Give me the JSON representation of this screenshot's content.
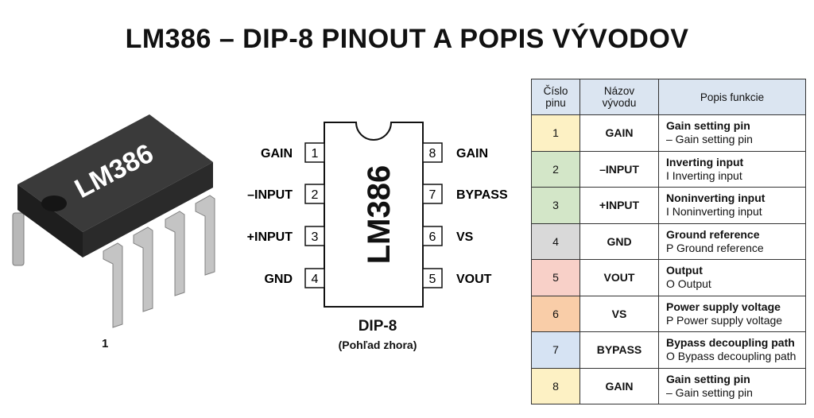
{
  "title": "LM386 – DIP-8 PINOUT A POPIS VÝVODOV",
  "photo": {
    "chip_marking": "LM386",
    "pin1_label": "1"
  },
  "package": {
    "ic_label": "LM386",
    "caption": "DIP-8",
    "subcaption": "(Pohľad zhora)",
    "left_pins": [
      {
        "num": "1",
        "name": "GAIN"
      },
      {
        "num": "2",
        "name": "–INPUT"
      },
      {
        "num": "3",
        "name": "+INPUT"
      },
      {
        "num": "4",
        "name": "GND"
      }
    ],
    "right_pins": [
      {
        "num": "8",
        "name": "GAIN"
      },
      {
        "num": "7",
        "name": "BYPASS"
      },
      {
        "num": "6",
        "name": "VS"
      },
      {
        "num": "5",
        "name": "VOUT"
      }
    ]
  },
  "table": {
    "headers": {
      "num_line1": "Číslo",
      "num_line2": "pinu",
      "name_line1": "Názov",
      "name_line2": "vývodu",
      "desc": "Popis funkcie"
    },
    "rows": [
      {
        "num": "1",
        "name": "GAIN",
        "desc": "Gain setting pin",
        "sub": "– Gain setting pin",
        "color": "#fdf1c4"
      },
      {
        "num": "2",
        "name": "–INPUT",
        "desc": "Inverting input",
        "sub": "I Inverting input",
        "color": "#d3e6c8"
      },
      {
        "num": "3",
        "name": "+INPUT",
        "desc": "Noninverting input",
        "sub": "I Noninverting input",
        "color": "#d3e6c8"
      },
      {
        "num": "4",
        "name": "GND",
        "desc": "Ground reference",
        "sub": "P Ground reference",
        "color": "#d9d9d9"
      },
      {
        "num": "5",
        "name": "VOUT",
        "desc": "Output",
        "sub": "O Output",
        "color": "#f8d0c8"
      },
      {
        "num": "6",
        "name": "VS",
        "desc": "Power supply voltage",
        "sub": "P Power supply voltage",
        "color": "#f9cda8"
      },
      {
        "num": "7",
        "name": "BYPASS",
        "desc": "Bypass decoupling path",
        "sub": "O Bypass decoupling path",
        "color": "#d6e3f3"
      },
      {
        "num": "8",
        "name": "GAIN",
        "desc": "Gain setting pin",
        "sub": "– Gain setting pin",
        "color": "#fdf1c4"
      }
    ]
  }
}
